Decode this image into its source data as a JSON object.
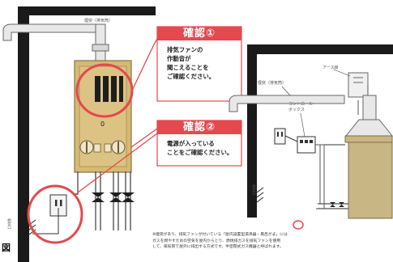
{
  "left_panel": {
    "exhaust_duct_label": "煙突（排気筒）",
    "heater_digit": "0",
    "vent_label": "給気口"
  },
  "callout1": {
    "heading": "確認①",
    "lines": [
      "排気ファンの",
      "作動音が",
      "聞こえることを",
      "ご確認ください。"
    ]
  },
  "callout2": {
    "heading": "確認②",
    "lines": [
      "電源が入っている",
      "ことをご確認ください。"
    ]
  },
  "right_panel": {
    "earth_label": "アース線",
    "exhaust_duct_label": "煙突（排気筒）",
    "control_box_label": [
      "コントロール",
      "ボックス"
    ],
    "vent_label": "給気口"
  },
  "footnote": {
    "lines": [
      "※煙突があり、排気ファンが付いている「屋内設置型湯沸器・風呂がま」には",
      "ガスを燃やすための空気を屋内からとり、燃焼排ガスを排気ファンを使用",
      "して、排気筒で屋外に排出する方式です。半密閉式ガス機器と呼ばれます。"
    ]
  },
  "side_glyph": "図",
  "colors": {
    "accent_red": "#e5484e",
    "heater_body": "#d4ba74",
    "heater_body_right": "#c9b685",
    "wall": "#1a1a1a",
    "pipe_fill": "#e8e8e8"
  }
}
